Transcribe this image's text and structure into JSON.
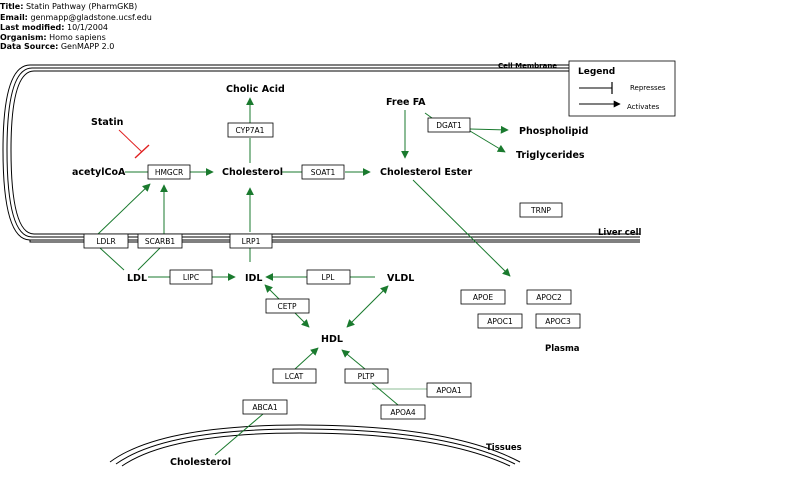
{
  "meta": [
    {
      "key": "Title:",
      "value": "Statin Pathway (PharmGKB)"
    },
    {
      "key": "Email:",
      "value": "genmapp@gladstone.ucsf.edu"
    },
    {
      "key": "Last modified:",
      "value": "10/1/2004"
    },
    {
      "key": "Organism:",
      "value": "Homo sapiens"
    },
    {
      "key": "Data Source:",
      "value": "GenMAPP 2.0"
    }
  ],
  "labels": {
    "cell_membrane": "Cell Membrane",
    "liver_cell": "Liver cell",
    "plasma": "Plasma",
    "tissues": "Tissues",
    "cholic_acid": "Cholic Acid",
    "free_fa": "Free FA",
    "statin": "Statin",
    "acetylcoa": "acetylCoA",
    "cholesterol": "Cholesterol",
    "cholesterol_ester": "Cholesterol Ester",
    "phospholipid": "Phospholipid",
    "triglycerides": "Triglycerides",
    "ldl": "LDL",
    "idl": "IDL",
    "vldl": "VLDL",
    "hdl": "HDL",
    "cholesterol_tissue": "Cholesterol"
  },
  "genes": {
    "hmgcr": "HMGCR",
    "cyp7a1": "CYP7A1",
    "soat1": "SOAT1",
    "dgat1": "DGAT1",
    "trnp": "TRNP",
    "ldlr": "LDLR",
    "scarb1": "SCARB1",
    "lrp1": "LRP1",
    "lipc": "LIPC",
    "lpl": "LPL",
    "cetp": "CETP",
    "apoe": "APOE",
    "apoc2": "APOC2",
    "apoc1": "APOC1",
    "apoc3": "APOC3",
    "lcat": "LCAT",
    "pltp": "PLTP",
    "apoa1": "APOA1",
    "apoa4": "APOA4",
    "abca1": "ABCA1"
  },
  "legend": {
    "title": "Legend",
    "represses": "Represses",
    "activates": "Activates"
  },
  "colors": {
    "activation_edge": "#1a7a2e",
    "inhibition_edge": "#e02020"
  }
}
